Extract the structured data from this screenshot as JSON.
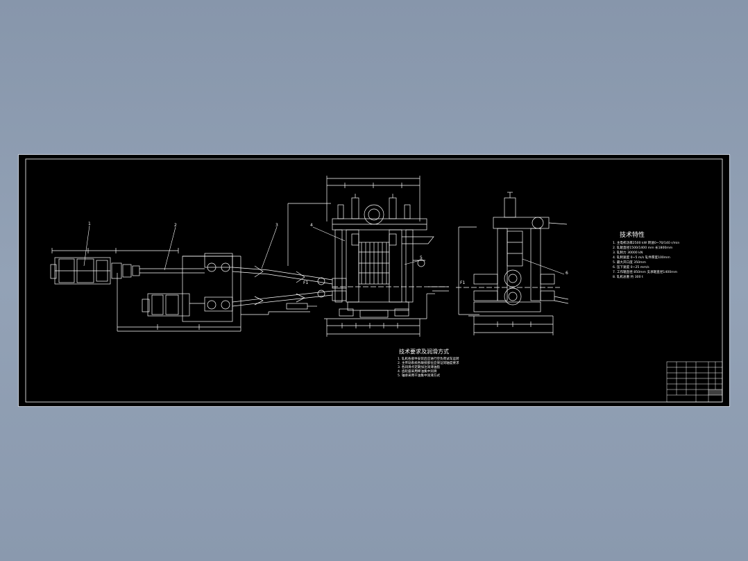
{
  "drawing": {
    "colors": {
      "viewport_bg": "#8c9bb0",
      "sheet_bg": "#000000",
      "line": "#ffffff",
      "accent": "#e0e0e0"
    },
    "part_balloons": [
      "1",
      "2",
      "3",
      "4",
      "5",
      "6"
    ],
    "labels": {
      "rolling_line": "F1",
      "rolling_line_right": "F1"
    },
    "tech_spec": {
      "title": "技术特性",
      "items": [
        "1. 主电机功率2500 kW 转速0~70/140 r/min",
        "2. 轧辊直径1500/1400 mm 长1800mm",
        "3. 轧制力 30000 kN",
        "4. 轧制速度 0~5 m/s 轧件厚度100mm",
        "5. 最大开口度 350mm",
        "6. 压下速度 0~25 mm/s",
        "7. 工作辊直径 850mm 支承辊直径1400mm",
        "8. 轧机总重 约 300 t"
      ]
    },
    "tech_req": {
      "title": "技术要求及润滑方式",
      "items": [
        "1. 轧机各部件安装后应进行空负荷试车运转",
        "2. 主传动系统各联接部位应保证同轴度要求",
        "3. 各润滑点定期加注润滑油脂",
        "4. 齿轮座采用稀油集中润滑",
        "5. 轴承采用干油集中润滑方式"
      ]
    }
  }
}
